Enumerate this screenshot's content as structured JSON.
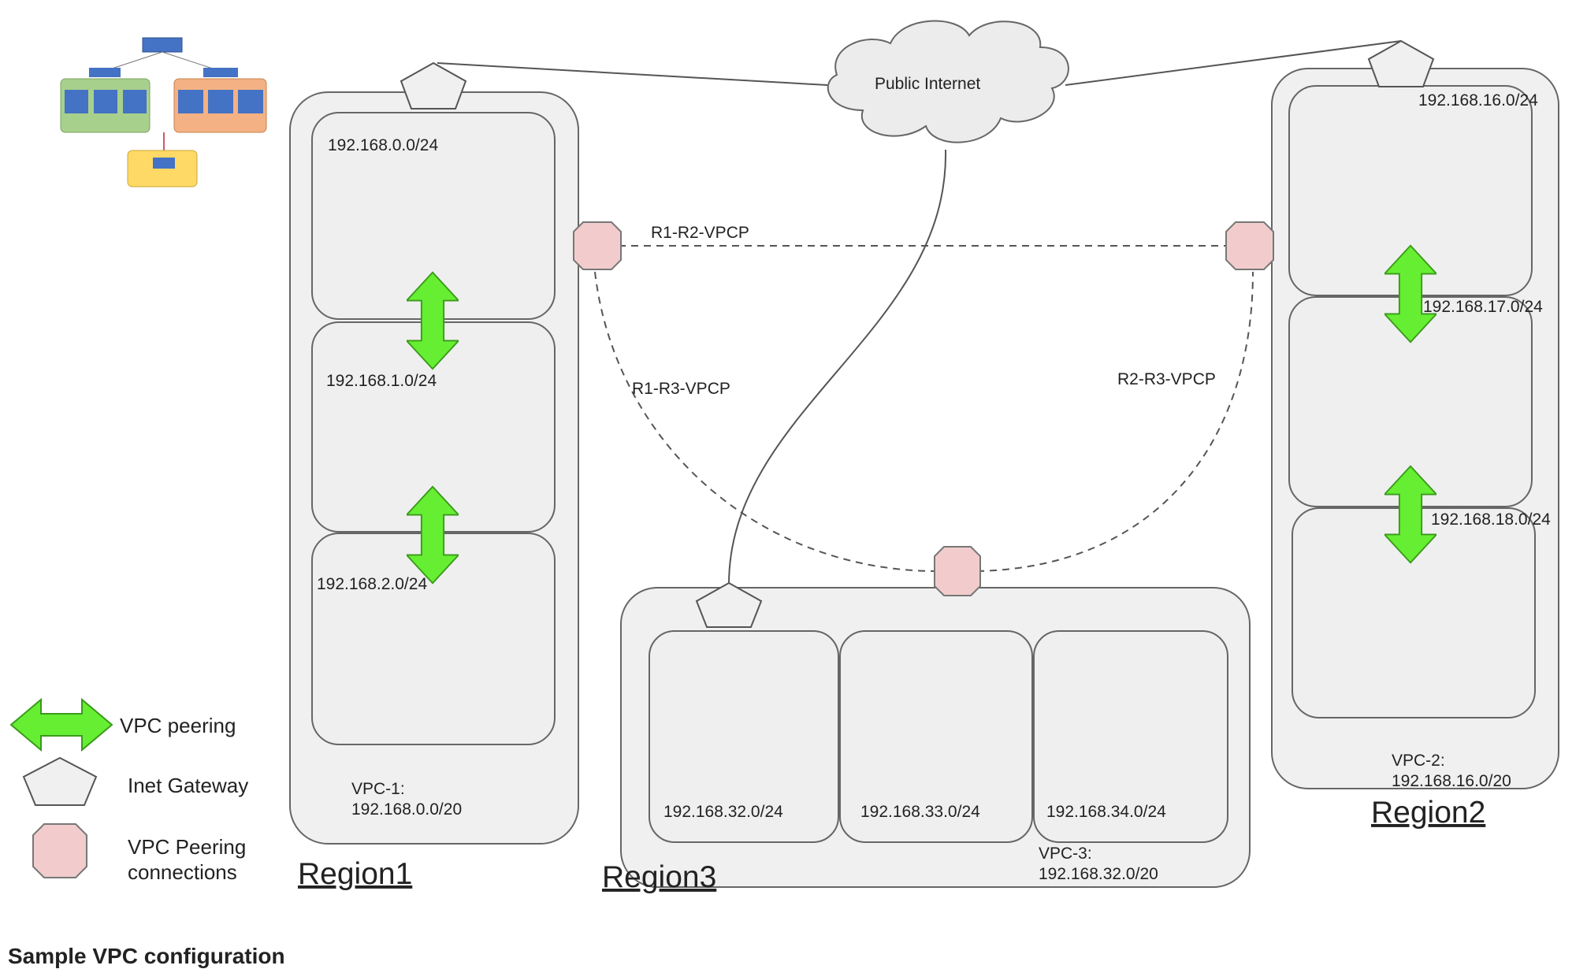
{
  "diagram": {
    "internet_label": "Public Internet",
    "links": {
      "r1_r2": "R1-R2-VPCP",
      "r1_r3": "R1-R3-VPCP",
      "r2_r3": "R2-R3-VPCP"
    },
    "region1": {
      "name": "Region1",
      "vpc_label_line1": "VPC-1:",
      "vpc_label_line2": "192.168.0.0/20",
      "subnets": [
        "192.168.0.0/24",
        "192.168.1.0/24",
        "192.168.2.0/24"
      ]
    },
    "region2": {
      "name": "Region2",
      "vpc_label_line1": "VPC-2:",
      "vpc_label_line2": "192.168.16.0/20",
      "subnets": [
        "192.168.16.0/24",
        "192.168.17.0/24",
        "192.168.18.0/24"
      ]
    },
    "region3": {
      "name": "Region3",
      "vpc_label_line1": "VPC-3:",
      "vpc_label_line2": "192.168.32.0/20",
      "subnets": [
        "192.168.32.0/24",
        "192.168.33.0/24",
        "192.168.34.0/24"
      ]
    }
  },
  "legend": {
    "peering": "VPC peering",
    "gateway": "Inet Gateway",
    "connections_line1": "VPC Peering",
    "connections_line2": "connections"
  },
  "caption": "Sample VPC configuration",
  "colors": {
    "panel_fill": "#efefef",
    "panel_stroke": "#555555",
    "arrow_green": "#66ee33",
    "peer_pink": "#f2cccc",
    "thumb_green": "#a8d08d",
    "thumb_orange": "#f4b183",
    "thumb_yellow": "#ffd966",
    "thumb_blue": "#4472c4"
  }
}
